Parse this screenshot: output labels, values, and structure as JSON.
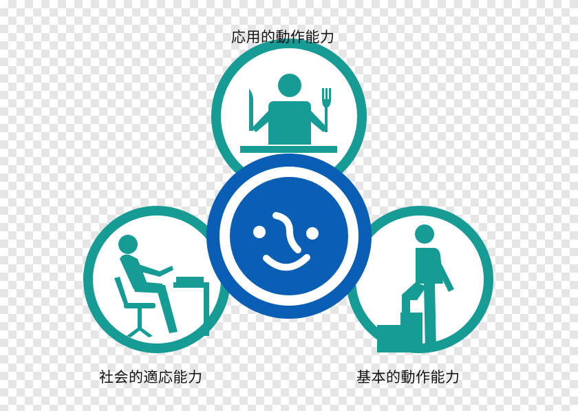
{
  "labels": {
    "applied": "応用的動作能力",
    "social": "社会的適応能力",
    "basic": "基本的動作能力"
  },
  "icons": {
    "top": "person-eating-icon",
    "left": "person-sitting-at-desk-icon",
    "right": "person-climbing-stairs-icon",
    "center": "smiling-face-icon"
  },
  "colors": {
    "teal": "#179b95",
    "blue": "#0a5fb4",
    "white": "#ffffff",
    "text": "#111111"
  }
}
